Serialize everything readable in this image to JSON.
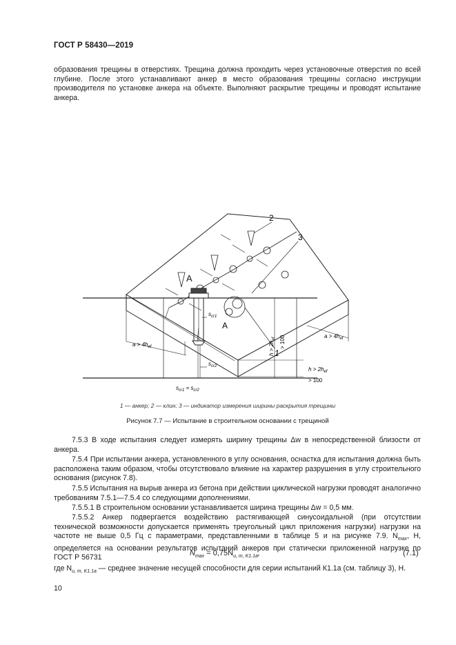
{
  "header": {
    "doc_id": "ГОСТ Р 58430—2019"
  },
  "intro_paragraph": "образования трещины в отверстиях. Трещина должна проходить через установочные отверстия по всей глубине. После этого устанавливают анкер в место образования трещины согласно инструкции производителя по установке анкера на объекте. Выполняют раскрытие трещины и проводят испытание анкера.",
  "figure": {
    "callouts": {
      "c1": "1",
      "c2": "2",
      "c3": "3",
      "detail_marker": "A"
    },
    "dims": {
      "a_left": "a > 4h",
      "a_left_sub": "ef",
      "a_right": "a > 4h",
      "a_right_sub": "ef",
      "h_top": "h > 2h",
      "h_top_sub": "ef",
      "h_bottom": "> 100"
    },
    "detail": {
      "title": "A",
      "s1": "s",
      "s1_sub": "cr1",
      "s2": "s",
      "s2_sub": "cr2",
      "eq": "s",
      "eq_sub1": "cr1",
      "eq_mid": " = s",
      "eq_sub2": "cr2",
      "h_label": "h > 2h",
      "h_label_sub": "ef",
      "h_bottom": "> 100"
    },
    "key": "1 — анкер; 2 — клин; 3 — индикатор измерения ширины раскрытия трещины",
    "caption": "Рисунок 7.7 — Испытание в строительном основании с трещиной"
  },
  "paragraphs": {
    "p753": "7.5.3 В ходе испытания следует измерять ширину трещины Δw в непосредственной близости от анкера.",
    "p754": "7.5.4 При испытании анкера, установленного в углу основания, оснастка для испытания должна быть расположена таким образом, чтобы отсутствовало влияние на характер разрушения в углу строительного основания (рисунок 7.8).",
    "p755": "7.5.5 Испытания на вырыв анкера из бетона при действии циклической нагрузки проводят аналогично требованиям 7.5.1—7.5.4 со следующими дополнениями.",
    "p7551": "7.5.5.1 В строительном основании устанавливается ширина трещины Δw = 0,5 мм.",
    "p7552_a": "7.5.5.2 Анкер подвергается воздействию растягивающей синусоидальной (при отсутствии технической возможности допускается применять треугольный цикл приложения нагрузки) нагрузки на частоте не выше 0,5 Гц с параметрами, представленными в таблице 5 и на рисунке 7.9. N",
    "p7552_sub": "max",
    "p7552_b": ", Н, определяется на основании результатов испытаний анкеров при статически приложенной нагрузке по ГОСТ Р 56731"
  },
  "formula": {
    "lhs": "N",
    "lhs_sub": "max",
    "mid": " = 0,75N",
    "rhs_sub": "u, m, K1.1a",
    "tail": ",",
    "number": "(7.1)"
  },
  "where": {
    "a": "где N",
    "sub": "u, m, K1.1a",
    "b": " — среднее значение несущей способности для серии испытаний К1.1а (см. таблицу 3), Н."
  },
  "page_number": "10"
}
